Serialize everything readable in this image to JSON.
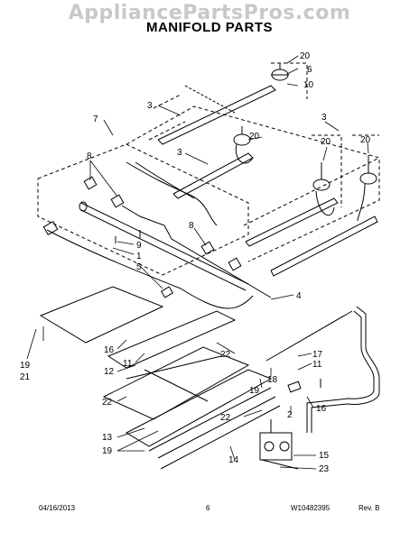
{
  "watermark": "AppliancePartsPros.com",
  "title": "MANIFOLD PARTS",
  "callouts": [
    "20",
    "6",
    "10",
    "3",
    "7",
    "20",
    "3",
    "20",
    "20",
    "8",
    "3",
    "8",
    "9",
    "1",
    "5",
    "4",
    "22",
    "16",
    "11",
    "12",
    "17",
    "11",
    "18",
    "19",
    "2",
    "16",
    "22",
    "13",
    "19",
    "14",
    "15",
    "23",
    "19",
    "21"
  ],
  "footer": {
    "date": "04/16/2013",
    "page": "6",
    "part": "W10482395",
    "rev": "Rev. B"
  }
}
